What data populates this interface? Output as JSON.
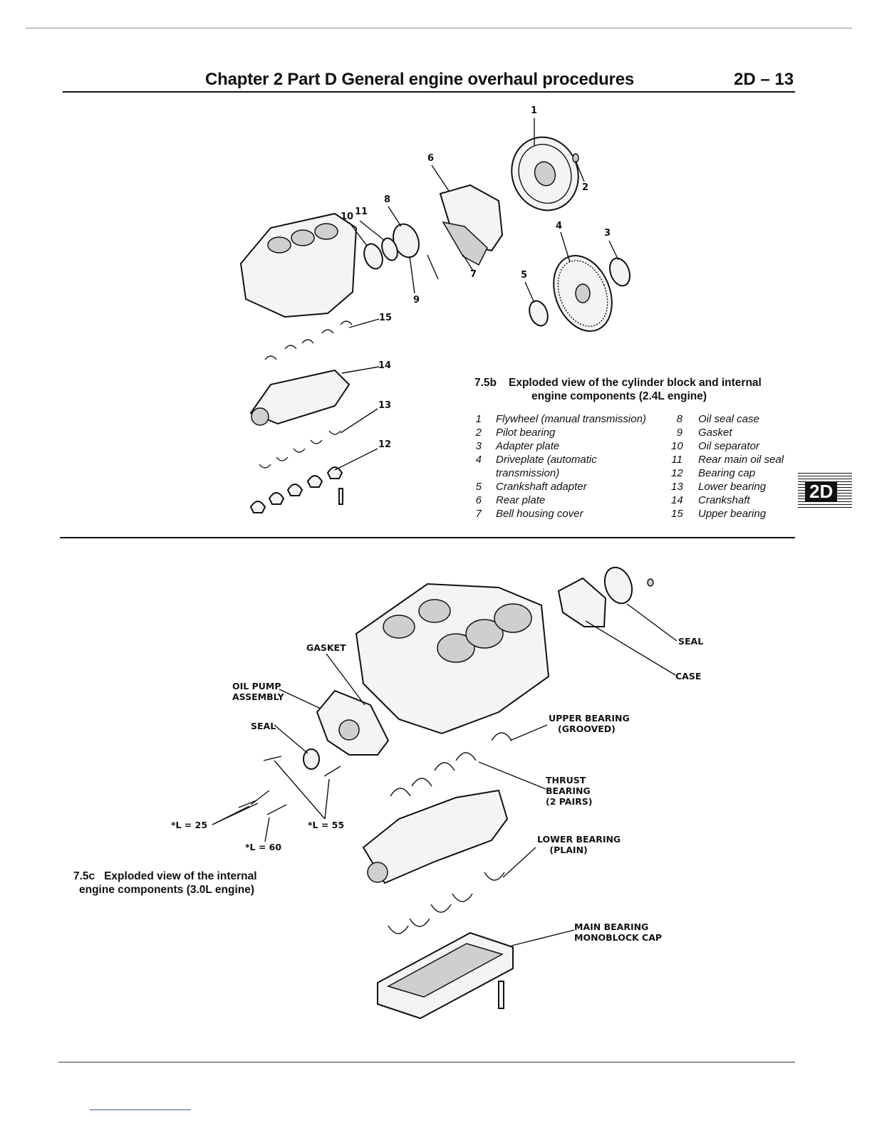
{
  "header": {
    "title": "Chapter 2 Part D   General engine overhaul procedures",
    "page": "2D – 13"
  },
  "figure_b": {
    "number": "7.5b",
    "caption_line1": "Exploded view of the cylinder block and internal",
    "caption_line2": "engine components (2.4L engine)",
    "callouts": [
      "1",
      "2",
      "3",
      "4",
      "5",
      "6",
      "7",
      "8",
      "9",
      "10",
      "11",
      "12",
      "13",
      "14",
      "15"
    ],
    "legend_left": [
      {
        "n": "1",
        "text": "Flywheel (manual transmission)"
      },
      {
        "n": "2",
        "text": "Pilot bearing"
      },
      {
        "n": "3",
        "text": "Adapter plate"
      },
      {
        "n": "4",
        "text": "Driveplate (automatic"
      },
      {
        "n": "",
        "text": "transmission)"
      },
      {
        "n": "5",
        "text": "Crankshaft adapter"
      },
      {
        "n": "6",
        "text": "Rear plate"
      },
      {
        "n": "7",
        "text": "Bell housing cover"
      }
    ],
    "legend_right": [
      {
        "n": "8",
        "text": "Oil seal case"
      },
      {
        "n": "9",
        "text": "Gasket"
      },
      {
        "n": "10",
        "text": "Oil separator"
      },
      {
        "n": "11",
        "text": "Rear main oil seal"
      },
      {
        "n": "12",
        "text": "Bearing cap"
      },
      {
        "n": "13",
        "text": "Lower bearing"
      },
      {
        "n": "14",
        "text": "Crankshaft"
      },
      {
        "n": "15",
        "text": "Upper bearing"
      }
    ]
  },
  "section_tab": "2D",
  "figure_c": {
    "number": "7.5c",
    "caption_line1": "Exploded view of the internal",
    "caption_line2": "engine components (3.0L engine)",
    "labels": {
      "gasket": "GASKET",
      "oil_pump": "OIL PUMP\nASSEMBLY",
      "seal_left": "SEAL",
      "seal_right": "SEAL",
      "case": "CASE",
      "upper_bearing": "UPPER BEARING\n   (GROOVED)",
      "thrust_bearing": "THRUST\nBEARING\n(2 PAIRS)",
      "lower_bearing": "LOWER BEARING\n    (PLAIN)",
      "main_bearing": "MAIN BEARING\nMONOBLOCK CAP",
      "l25": "*L = 25",
      "l55": "*L = 55",
      "l60": "*L = 60"
    }
  }
}
